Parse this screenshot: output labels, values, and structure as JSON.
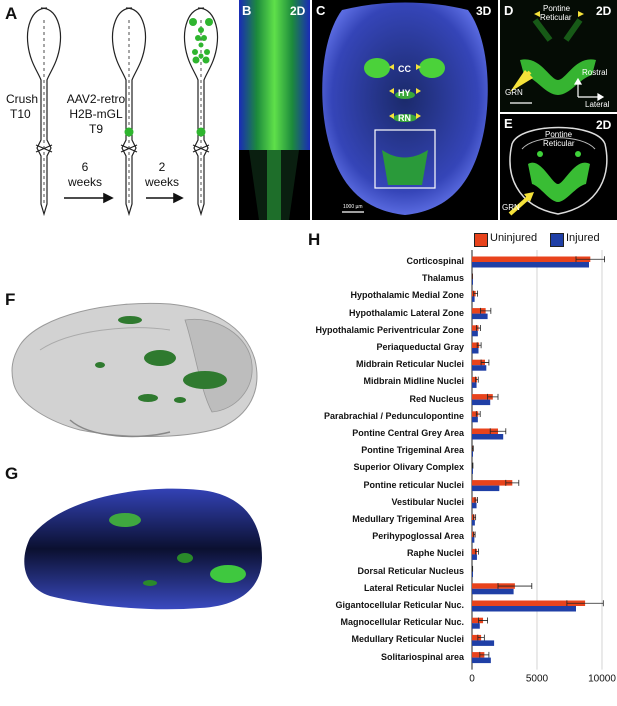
{
  "panels": {
    "A": "A",
    "B": "B",
    "C": "C",
    "D": "D",
    "E": "E",
    "F": "F",
    "G": "G",
    "H": "H"
  },
  "schematic": {
    "crush": "Crush",
    "crush_level": "T10",
    "virus_line1": "AAV2-retro",
    "virus_line2": "H2B-mGL",
    "virus_level": "T9",
    "interval1_num": "6",
    "interval1_unit": "weeks",
    "interval2_num": "2",
    "interval2_unit": "weeks"
  },
  "micrographs": {
    "b_tag": "2D",
    "c_tag": "3D",
    "d_tag": "2D",
    "e_tag": "2D",
    "c_cc": "CC",
    "c_hy": "HY",
    "c_rn": "RN",
    "c_scalebar": "1000 µm",
    "d_pontine_1": "Pontine",
    "d_pontine_2": "Reticular",
    "d_grn": "GRN",
    "d_rostral": "Rostral",
    "d_lateral": "Lateral",
    "e_pontine_1": "Pontine",
    "e_pontine_2": "Reticular",
    "e_grn": "GRN"
  },
  "colors": {
    "uninjured": "#e8431c",
    "injured": "#1f3fa6",
    "green": "#3fd23a"
  },
  "chart_data": {
    "type": "bar",
    "orientation": "horizontal",
    "legend_position": "top-right",
    "xlim": [
      0,
      10000
    ],
    "xticks": [
      0,
      5000,
      10000
    ],
    "grid": true,
    "categories": [
      "Corticospinal",
      "Thalamus",
      "Hypothalamic Medial Zone",
      "Hypothalamic Lateral Zone",
      "Hypothalamic Periventricular Zone",
      "Periaqueductal Gray",
      "Midbrain Reticular Nuclei",
      "Midbrain Midline Nuclei",
      "Red Nucleus",
      "Parabrachial / Pedunculopontine",
      "Pontine Central Grey Area",
      "Pontine Trigeminal Area",
      "Superior Olivary Complex",
      "Pontine reticular Nuclei",
      "Vestibular Nuclei",
      "Medullary Trigeminal Area",
      "Perihypoglossal Area",
      "Raphe Nuclei",
      "Dorsal Reticular Nucleus",
      "Lateral Reticular Nuclei",
      "Gigantocellular Reticular Nuc.",
      "Magnocellular Reticular Nuc.",
      "Medullary Reticular Nuclei",
      "Solitariospinal area"
    ],
    "series": [
      {
        "name": "Uninjured",
        "values": [
          9100,
          10,
          280,
          1050,
          500,
          550,
          1000,
          380,
          1600,
          480,
          2000,
          60,
          40,
          3100,
          330,
          200,
          180,
          380,
          30,
          3300,
          8700,
          850,
          700,
          950
        ],
        "errors": [
          1100,
          20,
          150,
          400,
          150,
          150,
          300,
          100,
          400,
          150,
          600,
          40,
          30,
          500,
          100,
          80,
          60,
          120,
          20,
          1300,
          1400,
          350,
          250,
          350
        ]
      },
      {
        "name": "Injured",
        "values": [
          9000,
          10,
          200,
          1200,
          450,
          500,
          1100,
          350,
          1400,
          450,
          2400,
          60,
          40,
          2100,
          350,
          220,
          180,
          380,
          30,
          3200,
          8000,
          600,
          1700,
          1450
        ]
      }
    ]
  }
}
